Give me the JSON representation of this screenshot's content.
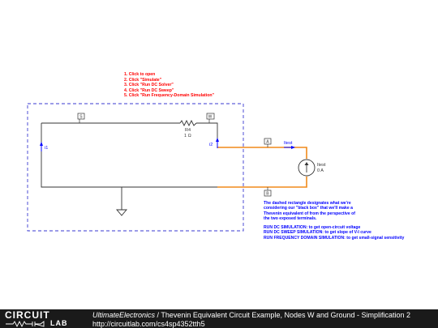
{
  "instructions": [
    "1. Click to open",
    "2. Click \"Simulate\"",
    "3. Click \"Run DC Solver\"",
    "4. Click \"Run DC Sweep\"",
    "5. Click \"Run Frequency-Domain Simulation\""
  ],
  "schematic": {
    "resistor_name": "R4",
    "resistor_value": "1 Ω",
    "current_source_name": "Itest",
    "current_source_value": "0 A",
    "current_i1": "i1",
    "current_i2": "i2",
    "current_itest": "Itest",
    "node_s": "S",
    "node_w": "W",
    "node_a": "A",
    "node_b": "B"
  },
  "notes": {
    "lines": [
      "The dashed rectangle designates what we're",
      "considering our \"black box\" that we'll make a",
      "Thevenin equivalent of from the perspective of",
      "the two exposed terminals."
    ],
    "sim_lines": [
      "RUN DC SIMULATION: to get open-circuit voltage",
      "RUN DC SWEEP SIMULATION: to get slope of V-I curve",
      "RUN FREQUENCY DOMAIN SIMULATION: to get small-signal sensitivity"
    ]
  },
  "footer": {
    "logo_top": "CIRCUIT",
    "logo_bottom": "LAB",
    "author": "UltimateElectronics",
    "separator": " / ",
    "title": "Thevenin Equivalent Circuit Example, Nodes W and Ground - Simplification 2",
    "url": "http://circuitlab.com/cs4sp4352tth5"
  },
  "colors": {
    "wire": "#333333",
    "highlight_wire": "#f08a1a",
    "dashed_box": "#3a3ad0",
    "instruction_text": "#ff0000",
    "note_text": "#0000ff",
    "footer_bg": "#1a1a1a"
  }
}
